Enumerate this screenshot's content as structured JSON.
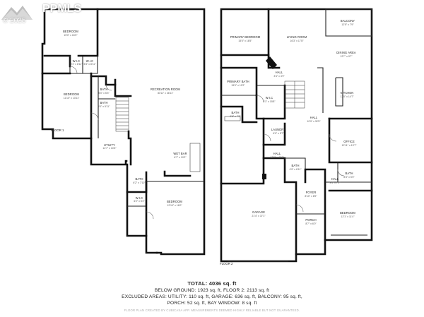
{
  "watermark": {
    "brand": "PPMLS",
    "copyright": "© 2025"
  },
  "floors": [
    {
      "label": "FLOOR 1"
    },
    {
      "label": "FLOOR 2"
    }
  ],
  "floor1_rooms": [
    {
      "name": "BEDROOM",
      "dims": "15'0\" x 15'0\""
    },
    {
      "name": "W.I.C",
      "dims": "6'1\" x 8'11\""
    },
    {
      "name": "W.I.C",
      "dims": "5'3\" x 8'11\""
    },
    {
      "name": "BEDROOM",
      "dims": "11'10\" x 13'11\""
    },
    {
      "name": "BATH",
      "dims": "5'0\" x 5'3\""
    },
    {
      "name": "BATH",
      "dims": "5'0\" x 5'11\""
    },
    {
      "name": "RECREATION ROOM",
      "dims": "30'11\" x 46'11\""
    },
    {
      "name": "UTILITY",
      "dims": "14'7\" x 10'6\""
    },
    {
      "name": "WET BAR",
      "dims": "6'7\" x 10'2\""
    },
    {
      "name": "BATH",
      "dims": "6'2\" x 7'10\""
    },
    {
      "name": "W.I.C",
      "dims": "6'2\" x 5'2\""
    },
    {
      "name": "BEDROOM",
      "dims": "12'10\" x 16'0\""
    }
  ],
  "floor2_rooms": [
    {
      "name": "PRIMARY BEDROOM",
      "dims": "15'0\" x 16'5\""
    },
    {
      "name": "LIVING ROOM",
      "dims": "16'3\" x 17'8\""
    },
    {
      "name": "BALCONY",
      "dims": "12'5\" x 7'9\""
    },
    {
      "name": "DINING AREA",
      "dims": "12'7\" x 9'7\""
    },
    {
      "name": "HALL",
      "dims": "3'4\" x 4'9\""
    },
    {
      "name": "PRIMARY BATH",
      "dims": "15'0\" x 12'2\""
    },
    {
      "name": "W.I.C",
      "dims": "5'1\" x 15'8\""
    },
    {
      "name": "KITCHEN",
      "dims": "12'0\" x 14'7\""
    },
    {
      "name": "BATH",
      "dims": "9'6\" x 7'2\""
    },
    {
      "name": "HALL",
      "dims": "10'9\" x 32'5\""
    },
    {
      "name": "LAUNDRY",
      "dims": "6'0\" x 5'7\""
    },
    {
      "name": "OFFICE",
      "dims": "12'11\" x 13'7\""
    },
    {
      "name": "HALL",
      "dims": "12'0\" x 4'10\""
    },
    {
      "name": "BATH",
      "dims": "4'9\" x 6'11\""
    },
    {
      "name": "BATH",
      "dims": "8'3\" x 5'0\""
    },
    {
      "name": "HALL",
      "dims": "3'4\" x 7'2\""
    },
    {
      "name": "FOYER",
      "dims": "8'10\" x 8'9\""
    },
    {
      "name": "GARAGE",
      "dims": "21'4\" x 37'1\""
    },
    {
      "name": "PORCH",
      "dims": "8'7\" x 6'0\""
    },
    {
      "name": "BEDROOM",
      "dims": "12'1\" x 11'4\""
    }
  ],
  "summary": {
    "total": "TOTAL: 4036 sq. ft",
    "line1": "BELOW GROUND: 1923 sq. ft, FLOOR 2: 2113 sq. ft",
    "line2": "EXCLUDED AREAS: UTILITY: 110 sq. ft, GARAGE: 636 sq. ft, BALCONY: 95 sq. ft,",
    "line3": "PORCH: 52 sq. ft, BAY WINDOW: 8 sq. ft",
    "disclaimer": "FLOOR PLAN CREATED BY CUBICASA APP. MEASUREMENTS DEEMED HIGHLY RELIABLE BUT NOT GUARANTEED."
  }
}
